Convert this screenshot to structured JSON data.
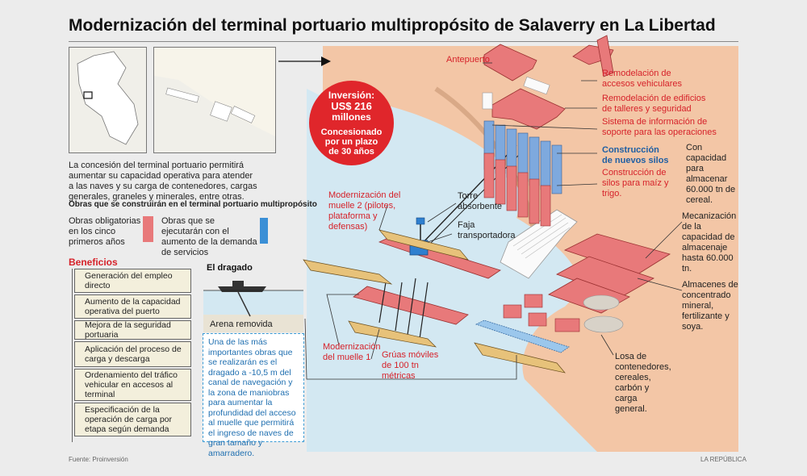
{
  "title": "Modernización del terminal portuario multipropósito de Salaverry en La Libertad",
  "intro": "La concesión del terminal portuario permitirá aumentar su capacidad operativa para atender a las naves y su carga de contenedores, cargas generales, graneles y minerales, entre otras.",
  "legend": {
    "heading": "Obras que se construirán en el terminal portuario multipropósito",
    "mandatory": "Obras obligatorias en los cinco primeros años",
    "optional": "Obras que se ejecutarán con el aumento de la demanda de servicios",
    "mandatory_color": "#e8797a",
    "optional_color": "#3a8fd6"
  },
  "benefits": {
    "heading": "Beneficios",
    "items": [
      "Generación del empleo directo",
      "Aumento de la capacidad operativa del puerto",
      "Mejora de la seguridad portuaria",
      "Aplicación del proceso de carga y descarga",
      "Ordenamiento del tráfico vehicular en accesos al terminal",
      "Especificación de la operación de carga por etapa según demanda"
    ]
  },
  "dredging": {
    "heading": "El dragado",
    "sand": "Arena removida",
    "note": "Una de las más importantes obras que se realizarán es el dragado a -10,5 m del canal de navegación y la zona de maniobras para aumentar la profundidad del acceso al muelle que permitirá el ingreso de naves de gran tamaño y amarradero."
  },
  "investment": {
    "line1": "Inversión:",
    "line2": "US$ 216",
    "line3": "millones",
    "line4": "Concesionado",
    "line5": "por un plazo",
    "line6": "de 30 años"
  },
  "labels": {
    "antepuerto": "Antepuerto",
    "accesos": "Remodelación de accesos vehiculares",
    "edificios": "Remodelación de edificios de talleres y seguridad",
    "sistema": "Sistema de información de soporte para las operaciones",
    "nuevos_silos": "Construcción de nuevos silos",
    "silos_maiz": "Construcción de silos para maíz y trigo.",
    "capacidad_cereal": "Con capacidad para almacenar 60.000 tn de cereal.",
    "muelle2": "Modernización del muelle 2 (pilotes, plataforma y defensas)",
    "torre": "Torre absorbente",
    "faja": "Faja transportadora",
    "mecanizacion": "Mecanización de la capacidad de almacenaje hasta 60.000 tn.",
    "almacenes": "Almacenes de concentrado mineral, fertilizante y soya.",
    "muelle1": "Modernización del muelle 1",
    "gruas": "Grúas móviles de 100 tn métricas",
    "losa": "Losa de contenedores, cereales, carbón y carga general."
  },
  "footer": {
    "source": "Fuente: Proinversión",
    "brand": "LA REPÚBLICA"
  },
  "colors": {
    "red": "#d6222a",
    "blue": "#1f5fa3",
    "sea": "#cfe6f1",
    "land": "#f3c6a6"
  }
}
